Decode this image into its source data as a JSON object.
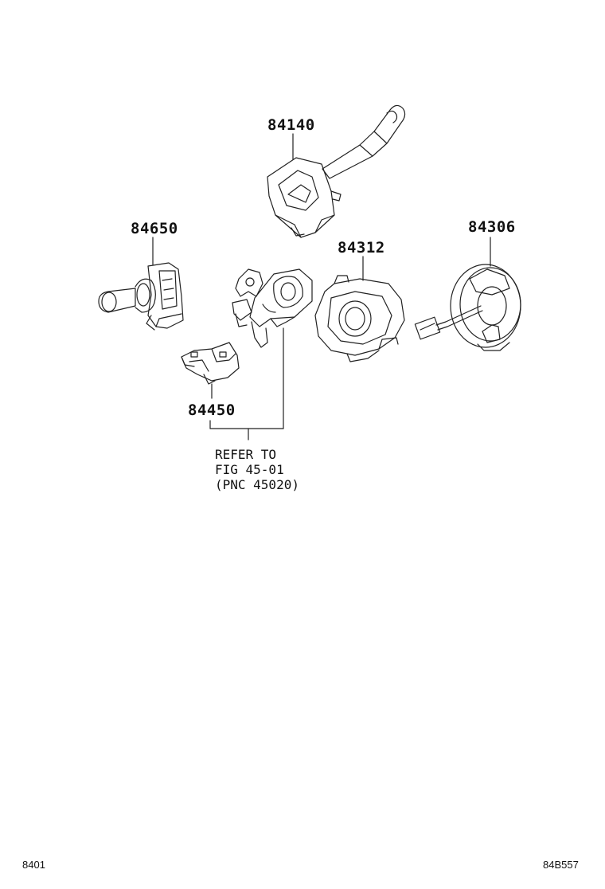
{
  "parts": {
    "p84140": "84140",
    "p84650": "84650",
    "p84312": "84312",
    "p84306": "84306",
    "p84450": "84450"
  },
  "reference": {
    "line1": "REFER TO",
    "line2": "FIG 45-01",
    "line3": "(PNC 45020)"
  },
  "footer": {
    "left_code": "8401",
    "right_code": "84B557"
  }
}
